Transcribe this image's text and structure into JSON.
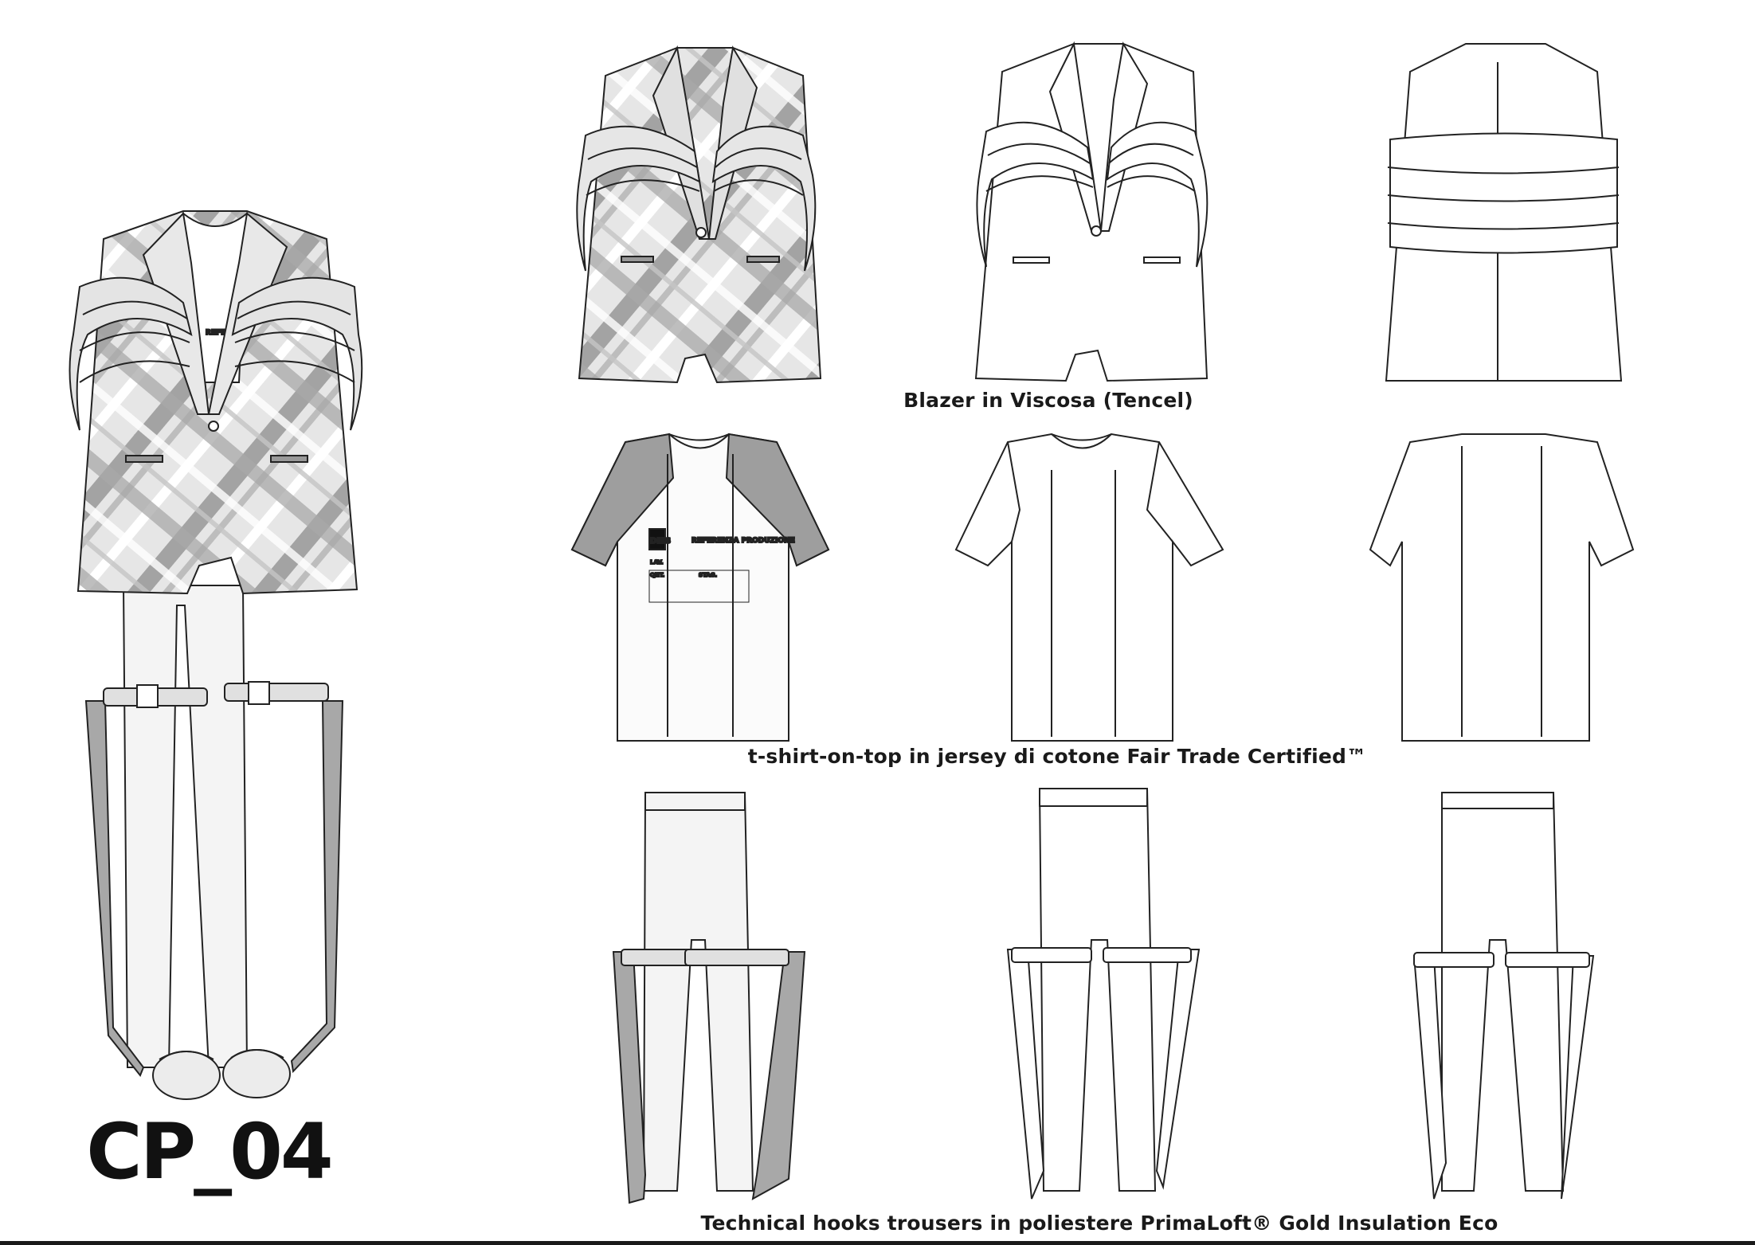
{
  "outfit": {
    "code": "CP_04"
  },
  "garments": [
    {
      "label": "Blazer in Viscosa (Tencel)"
    },
    {
      "label": "t-shirt-on-top in jersey di cotone Fair Trade Certified™"
    },
    {
      "label": "Technical hooks trousers in poliestere PrimaLoft® Gold Insulation Eco"
    }
  ],
  "tee_print": {
    "logo": "DIES",
    "headline": "REFERENZA PRODUZIONE",
    "field_1": "LAV.",
    "field_2": "QNT.",
    "field_3": "STAG."
  },
  "colors": {
    "plaid_base": "#e4e4e4",
    "plaid_stripe": "#9a9a9a",
    "sleeve_grey": "#9e9e9e",
    "strap_grey": "#a8a8a8",
    "outline": "#222222"
  }
}
